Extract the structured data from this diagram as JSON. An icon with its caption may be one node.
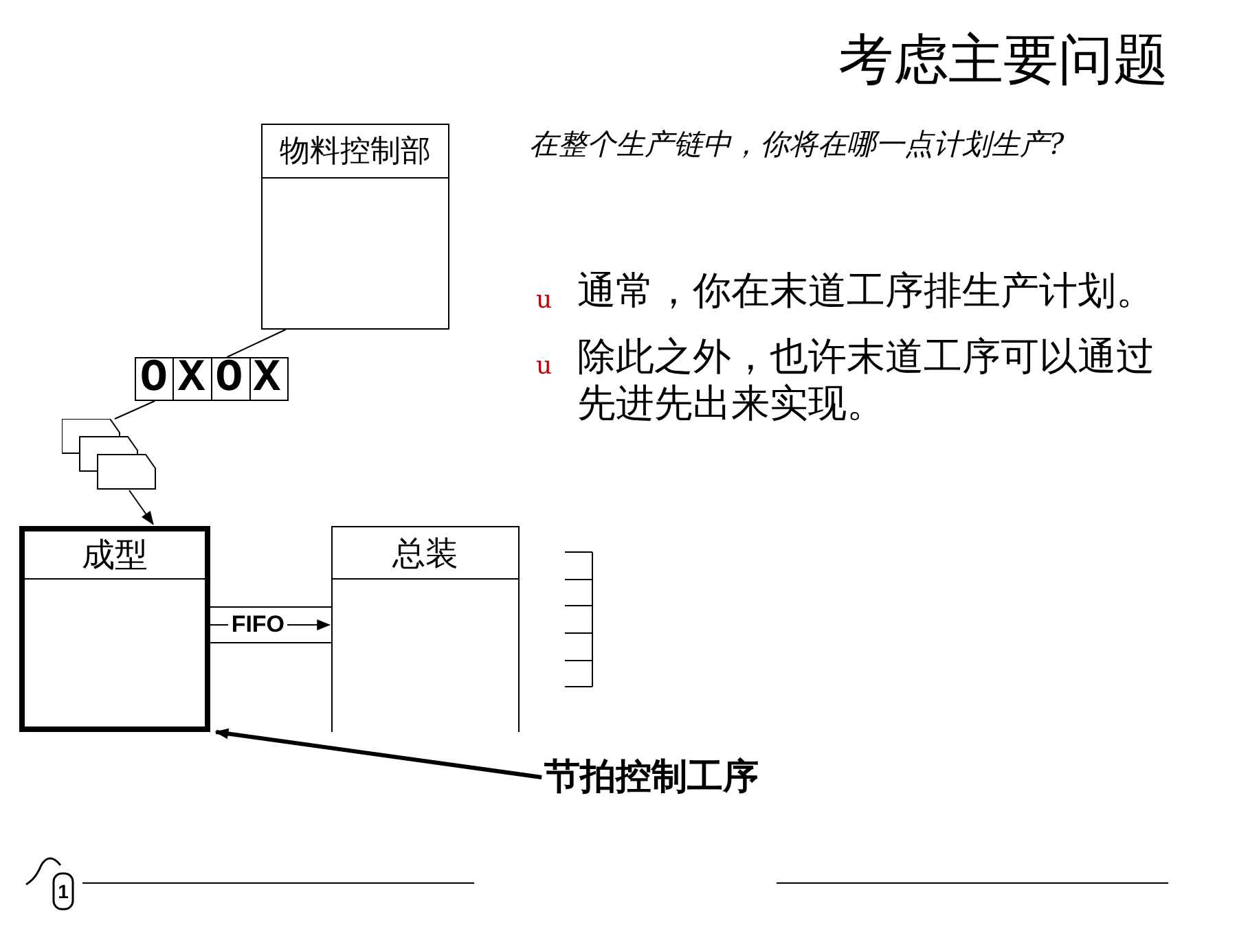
{
  "diagram": {
    "title": "考虑主要问题",
    "nodes": [
      {
        "text": [
          "物料控制部"
        ]
      },
      {
        "text": [
          "OXOX"
        ]
      },
      {
        "text": [],
        "shape": "box"
      },
      {
        "text": [
          "成型"
        ]
      },
      {
        "text": [
          "总装"
        ]
      },
      {
        "text": [
          "节拍控制工序"
        ]
      }
    ],
    "edges": [
      {
        "from": 0,
        "to": 1,
        "arrow": "none"
      },
      {
        "from": 1,
        "to": 2,
        "arrow": "none"
      },
      {
        "from": 2,
        "to": 3,
        "arrow": "to"
      },
      {
        "from": 3,
        "to": 4,
        "arrow": "to",
        "label": "FIFO"
      },
      {
        "from": 5,
        "to": 3,
        "arrow": "to",
        "style": "thick"
      }
    ],
    "labels": [
      "在整个生产链中，你将在哪一点计划生产?",
      "u",
      "通常，你在末道工序排生产计划。",
      "u",
      "除此之外，也许末道工序可以通过先进先出来实现。",
      "1"
    ]
  }
}
